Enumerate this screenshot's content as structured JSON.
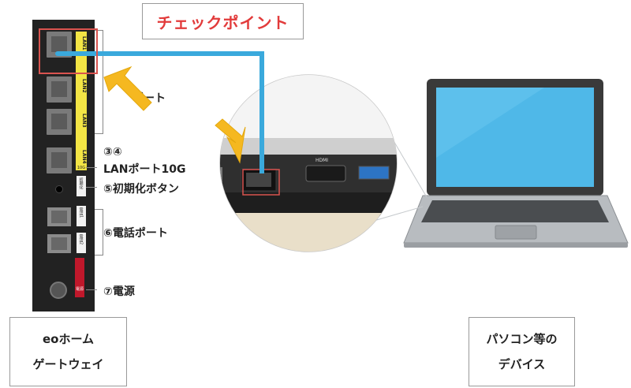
{
  "checkpoint": {
    "title": "チェックポイント"
  },
  "router": {
    "lan_labels": [
      "LAN1",
      "LAN2",
      "LAN3",
      "LAN4"
    ],
    "strip_tag": "10G",
    "reset_tag": "初期化",
    "tel_labels": [
      "電話1",
      "電話2"
    ],
    "power_tag": "電源"
  },
  "labels": {
    "port": "ポート",
    "lan_10g_num": "③④",
    "lan_10g": "LANポート10G",
    "reset": "⑤初期化ボタン",
    "tel": "⑥電話ポート",
    "power": "⑦電源"
  },
  "laptop_ports": {
    "hdmi": "HDMI"
  },
  "captions": {
    "gateway": [
      "eoホーム",
      "ゲートウェイ"
    ],
    "pc": [
      "パソコン等の",
      "デバイス"
    ]
  },
  "colors": {
    "cable": "#3aa9dc",
    "highlight": "#d9534f",
    "accent_text": "#e23b3b",
    "arrow": "#f5b820"
  }
}
